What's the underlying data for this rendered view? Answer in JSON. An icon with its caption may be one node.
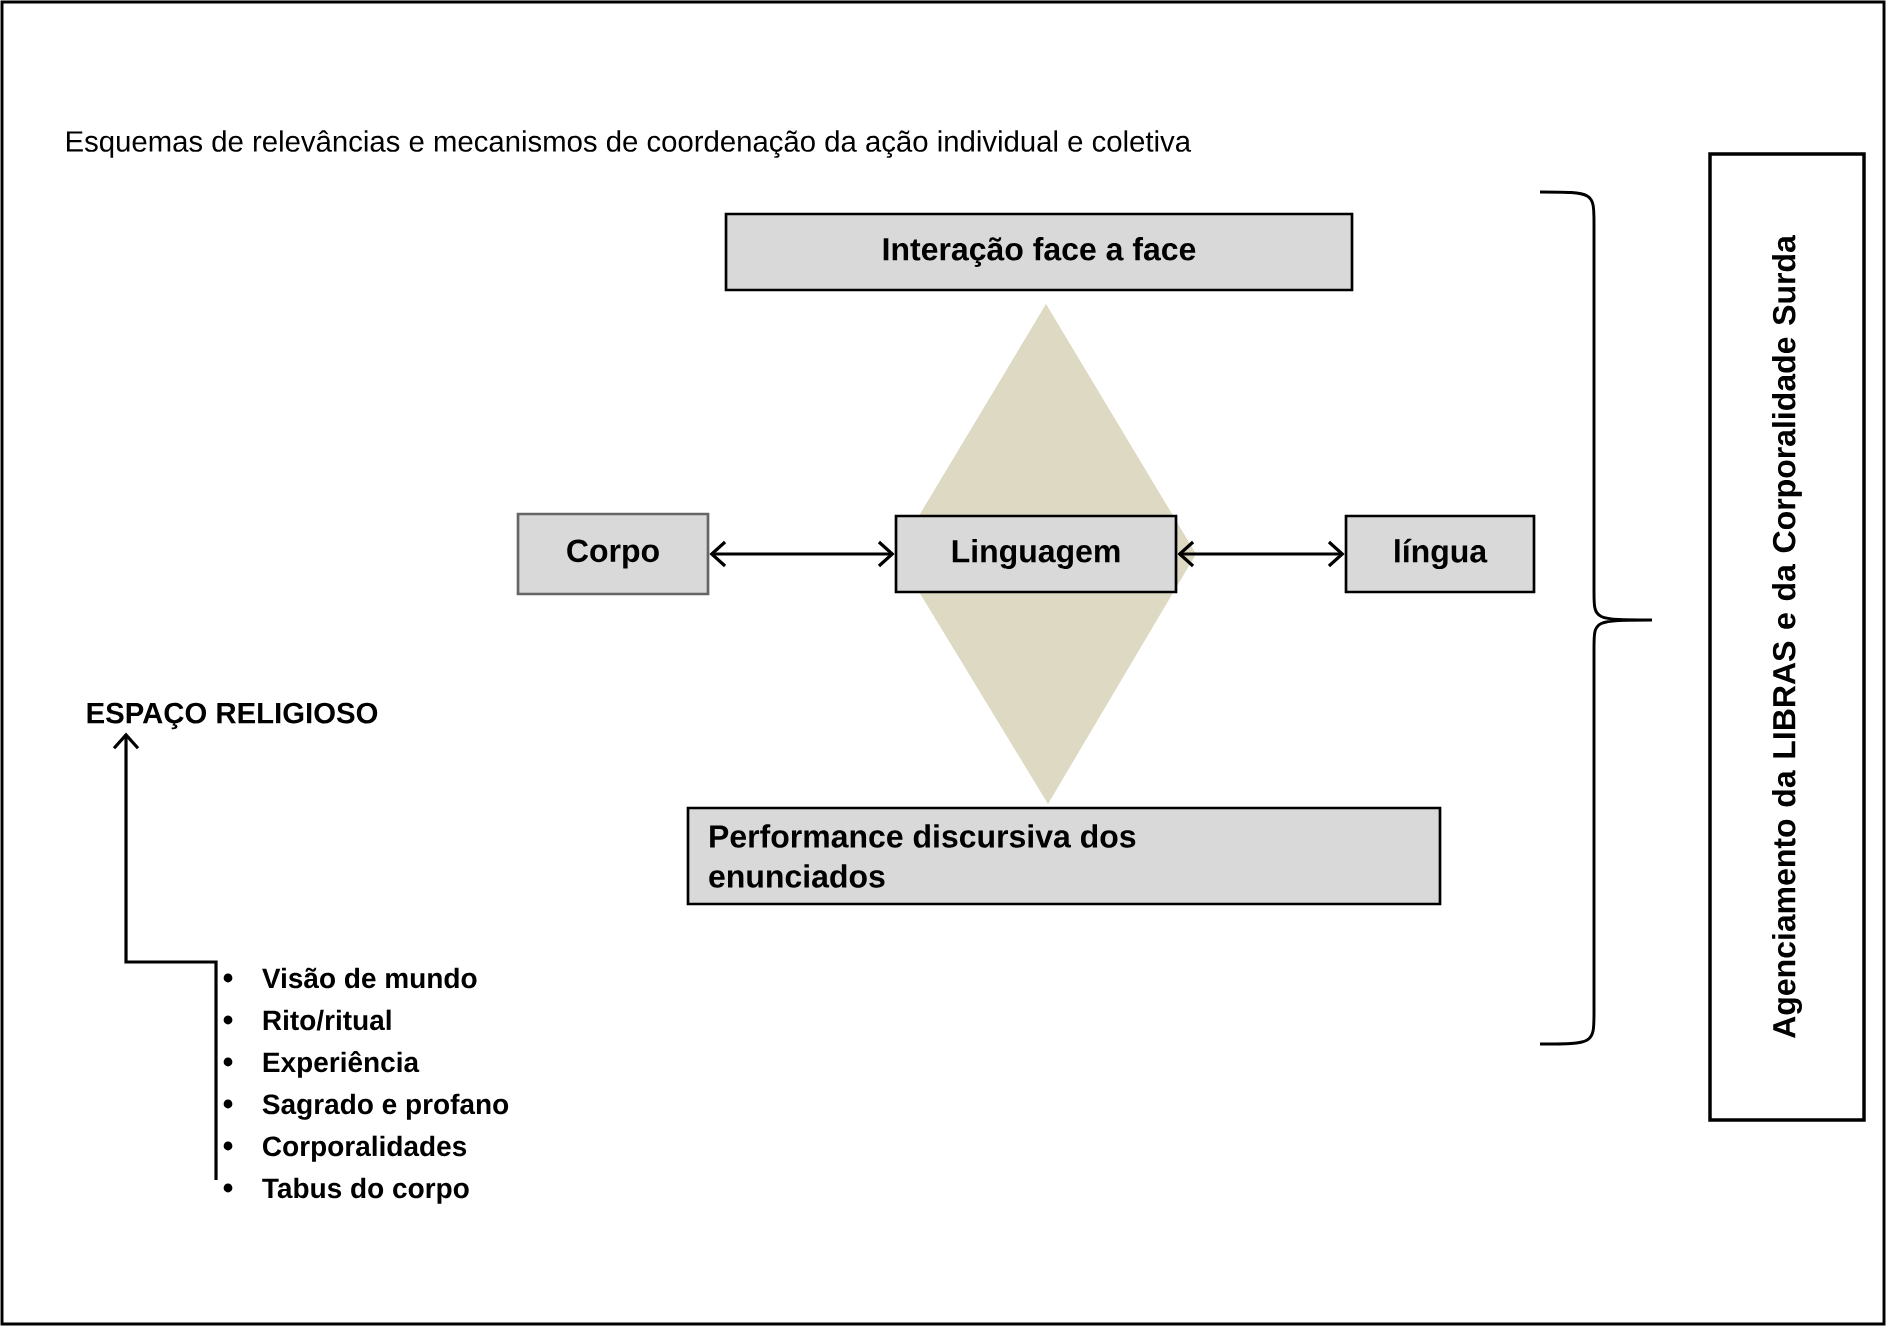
{
  "diagram": {
    "title": "Esquemas de relevâncias e mecanismos de coordenação da ação individual e coletiva",
    "nodes": [
      {
        "text": [
          "Interação face a face"
        ]
      },
      {
        "text": [
          "Corpo"
        ]
      },
      {
        "text": [
          "Linguagem"
        ]
      },
      {
        "text": [
          "língua"
        ]
      },
      {
        "text": [
          "Performance discursiva dos enunciados"
        ]
      },
      {
        "text": [
          "Agenciamento da  LIBRAS e da Corporalidade Surda"
        ]
      },
      {
        "text": [
          "ESPAÇO RELIGIOSO"
        ]
      },
      {
        "text": [
          "Visão de mundo",
          "Rito/ritual",
          "Experiência",
          "Sagrado e profano",
          "Corporalidades",
          "Tabus do corpo"
        ]
      }
    ],
    "edges": [
      {
        "from": 1,
        "to": 2,
        "arrow": "both"
      },
      {
        "from": 2,
        "to": 3,
        "arrow": "both"
      },
      {
        "from": 7,
        "to": 6,
        "arrow": "to"
      }
    ]
  }
}
